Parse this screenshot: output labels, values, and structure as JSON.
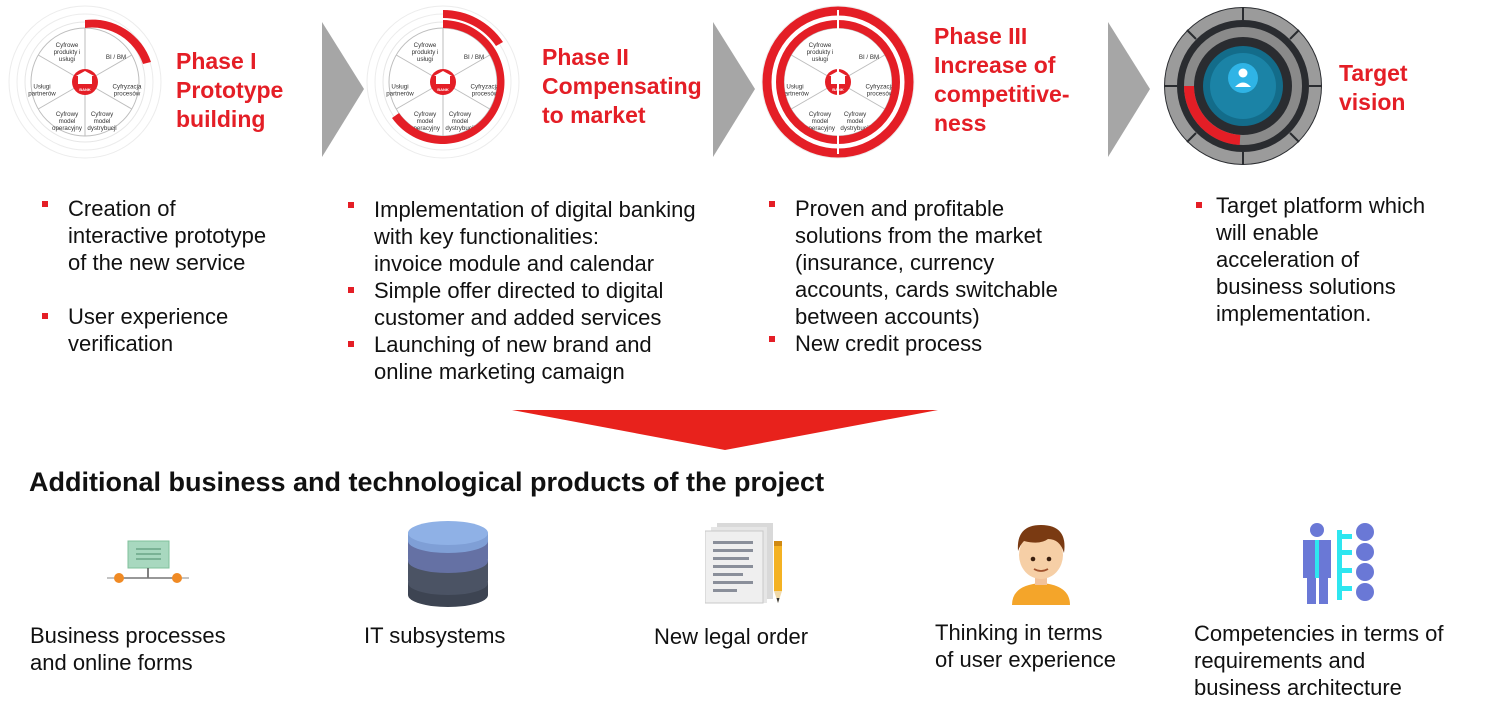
{
  "wheel_labels": {
    "bi_bm": "BI / BM",
    "cyfrowe_produkty": [
      "Cyfrowe",
      "produkty i",
      "usługi"
    ],
    "uslugi_partnerow": [
      "Usługi",
      "partnerów"
    ],
    "cyfryzacja": [
      "Cyfryzacja",
      "procesów"
    ],
    "cyfrowy_model_operacyjny": [
      "Cyfrowy",
      "model",
      "operacyjny"
    ],
    "cyfrowy_model_dystrybucji": [
      "Cyfrowy",
      "model",
      "dystrybucji"
    ],
    "bank": "BANK"
  },
  "phases": [
    {
      "title_lines": [
        "Phase I",
        "Prototype",
        "building"
      ],
      "bullets": [
        [
          "Creation of",
          "interactive prototype",
          "of the new service"
        ],
        [
          "User experience",
          "verification"
        ]
      ]
    },
    {
      "title_lines": [
        "Phase II",
        "Compensating",
        "to market"
      ],
      "bullets": [
        [
          "Implementation of digital banking",
          "with key functionalities:",
          "invoice module and calendar"
        ],
        [
          "Simple offer directed to digital",
          "customer and added services"
        ],
        [
          "Launching of new brand and",
          "online marketing camaign"
        ]
      ]
    },
    {
      "title_lines": [
        "Phase III",
        "Increase of",
        "competitive-",
        "ness"
      ],
      "bullets": [
        [
          "Proven and profitable",
          "solutions from the market",
          "(insurance, currency",
          "accounts, cards switchable",
          "between accounts)"
        ],
        [
          "New credit process"
        ]
      ]
    },
    {
      "title_lines": [
        "Target",
        "vision"
      ],
      "bullets": [
        [
          "Target platform which",
          "will enable",
          "acceleration of",
          "business solutions",
          "implementation."
        ]
      ]
    }
  ],
  "section_title": "Additional business and technological products of the project",
  "products": [
    {
      "icon": "process-form-icon",
      "label_lines": [
        "Business processes",
        "and online forms"
      ]
    },
    {
      "icon": "database-icon",
      "label_lines": [
        "IT subsystems"
      ]
    },
    {
      "icon": "legal-document-icon",
      "label_lines": [
        "New legal order"
      ]
    },
    {
      "icon": "user-face-icon",
      "label_lines": [
        "Thinking in terms",
        "of user experience"
      ]
    },
    {
      "icon": "architecture-icon",
      "label_lines": [
        "Competencies in terms of",
        "requirements and",
        "business architecture"
      ]
    }
  ],
  "colors": {
    "accent_red": "#e41e26",
    "chevron_gray": "#a6a6a6",
    "text": "#111111"
  }
}
